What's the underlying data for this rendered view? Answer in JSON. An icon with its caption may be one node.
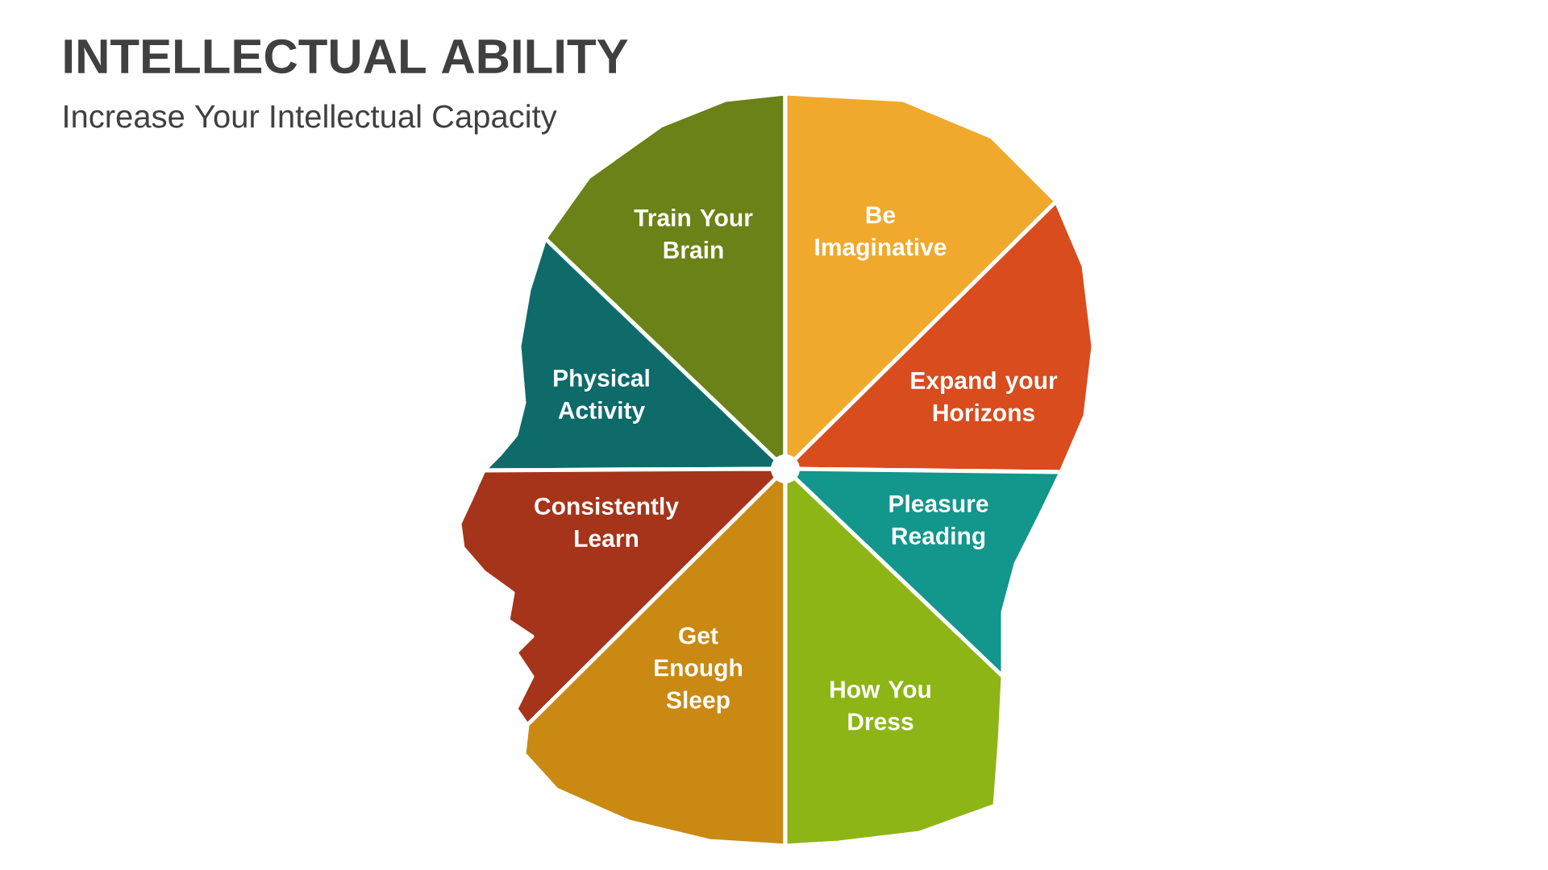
{
  "diagram": {
    "title": "INTELLECTUAL ABILITY",
    "caption": "Increase Your Intellectual Capacity",
    "nodes": [
      {
        "text": [
          "Train Your Brain"
        ]
      },
      {
        "text": [
          "Be Imaginative"
        ]
      },
      {
        "text": [
          "Physical Activity"
        ]
      },
      {
        "text": [
          "Expand your Horizons"
        ]
      },
      {
        "text": [
          "Consistently Learn"
        ]
      },
      {
        "text": [
          "Pleasure Reading"
        ]
      },
      {
        "text": [
          "Get Enough Sleep"
        ]
      },
      {
        "text": [
          "How You Dress"
        ]
      }
    ]
  }
}
